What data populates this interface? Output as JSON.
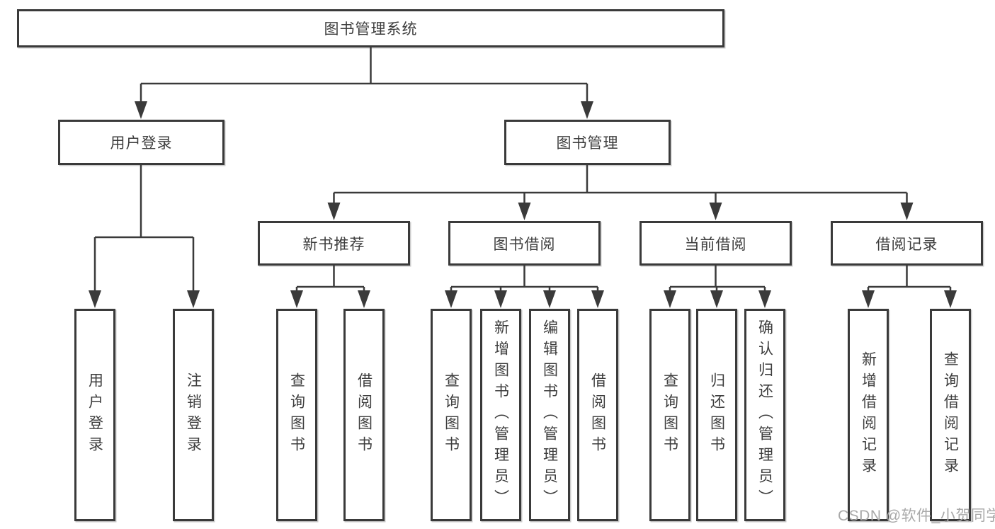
{
  "watermark": "CSDN @软件_小贺同学",
  "colors": {
    "line": "#3a3a3a",
    "box_border": "#3a3a3a",
    "text": "#3d3d3d",
    "watermark": "#a9a9a9",
    "background": "#ffffff"
  },
  "tree": {
    "root": "图书管理系统",
    "branches": [
      {
        "label": "用户登录",
        "children": [
          "用户登录",
          "注销登录"
        ]
      },
      {
        "label": "图书管理",
        "children": [
          {
            "label": "新书推荐",
            "children": [
              "查询图书",
              "借阅图书"
            ]
          },
          {
            "label": "图书借阅",
            "children": [
              "查询图书",
              "新增图书（管理员）",
              "编辑图书（管理员）",
              "借阅图书"
            ]
          },
          {
            "label": "当前借阅",
            "children": [
              "查询图书",
              "归还图书",
              "确认归还（管理员）"
            ]
          },
          {
            "label": "借阅记录",
            "children": [
              "新增借阅记录",
              "查询借阅记录"
            ]
          }
        ]
      }
    ]
  }
}
